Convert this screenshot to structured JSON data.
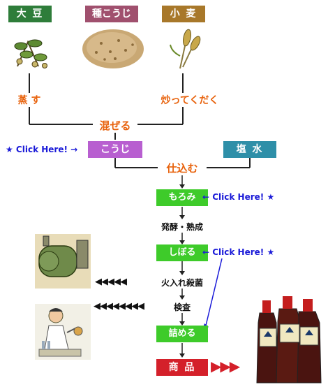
{
  "ingredients": {
    "soybean": "大 豆",
    "koji_mold": "種こうじ",
    "wheat": "小 麦"
  },
  "processes": {
    "steam": "蒸 す",
    "roast_crush": "炒ってくだく",
    "mix": "混ぜる",
    "koji": "こうじ",
    "brine": "塩 水",
    "prepare": "仕込む",
    "moromi": "もろみ",
    "ferment_mature": "発酵・熟成",
    "press": "しぼる",
    "pasteurize": "火入れ殺菌",
    "inspect": "検査",
    "bottle": "詰める",
    "product": "商 品"
  },
  "links": {
    "koji": "★ Click Here! ",
    "moromi": "Click Here! ★",
    "press": "Click Here! ★"
  },
  "markers": {
    "arrow_left": "←",
    "arrow_right": "→",
    "pasteurize_triangles": "◀◀◀◀◀",
    "inspect_triangles": "◀◀◀◀◀◀◀◀",
    "product_triangles": "▶▶▶"
  },
  "colors": {
    "soybean_header": "#2e7d3a",
    "koji_header": "#a0506e",
    "wheat_header": "#a8782a",
    "process_text": "#e8620c",
    "koji_box": "#b85fd0",
    "brine_box": "#2e8fa8",
    "step_box": "#3ecb2a",
    "product_box": "#d4202a",
    "link": "#1a1ad8"
  }
}
